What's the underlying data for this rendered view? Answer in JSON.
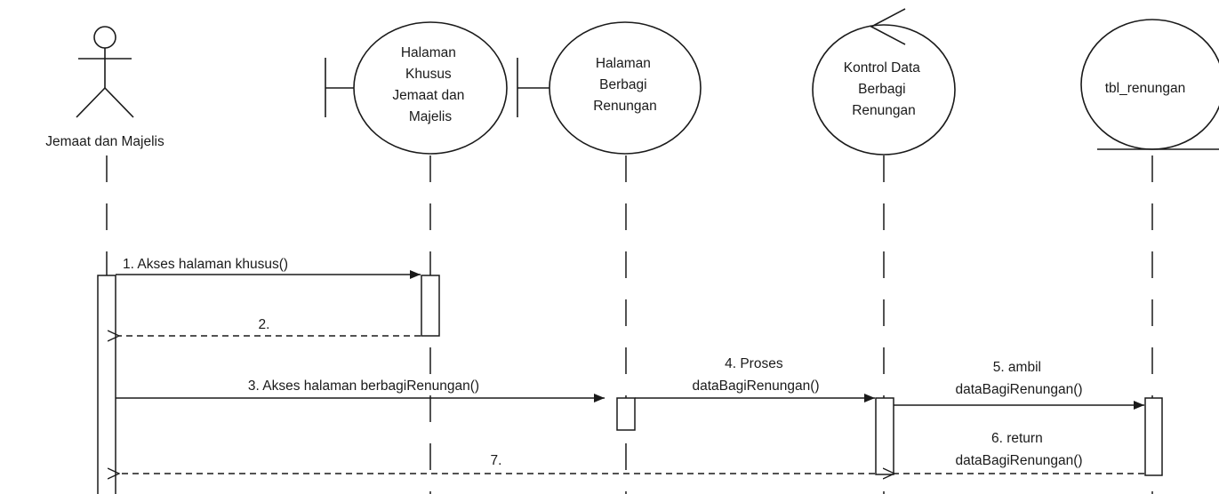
{
  "participants": {
    "actor": "Jemaat dan Majelis",
    "boundary1": [
      "Halaman",
      "Khusus",
      "Jemaat dan",
      "Majelis"
    ],
    "boundary2": [
      "Halaman",
      "Berbagi",
      "Renungan"
    ],
    "control": [
      "Kontrol Data",
      "Berbagi",
      "Renungan"
    ],
    "entity": "tbl_renungan"
  },
  "messages": {
    "m1": "1. Akses halaman khusus()",
    "m2": "2.",
    "m3": "3. Akses halaman berbagiRenungan()",
    "m4": [
      "4. Proses",
      "dataBagiRenungan()"
    ],
    "m5": [
      "5. ambil",
      "dataBagiRenungan()"
    ],
    "m6": [
      "6. return",
      "dataBagiRenungan()"
    ],
    "m7": "7."
  }
}
